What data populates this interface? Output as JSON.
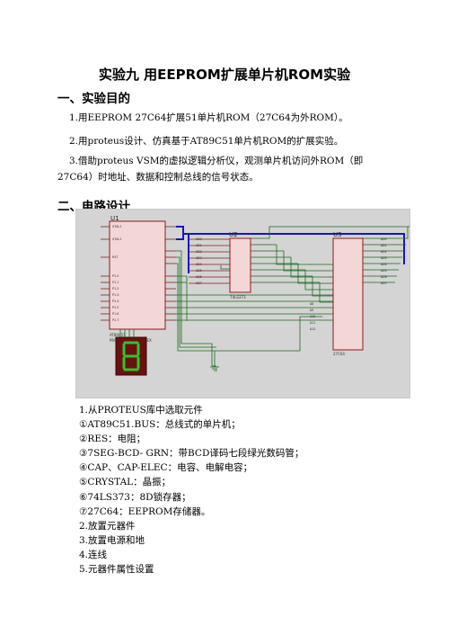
{
  "title": "实验九  用EEPROM扩展单片机ROM实验",
  "section1": {
    "heading": "一、实验目的",
    "items": [
      "1.用EEPROM 27C64扩展51单片机ROM（27C64为外ROM）。",
      "2.用proteus设计、仿真基于AT89C51单片机ROM的扩展实验。",
      "3.借助proteus VSM的虚拟逻辑分析仪，观测单片机访问外ROM（即27C64）时地址、数据和控制总线的信号状态。"
    ]
  },
  "section2": {
    "heading": "二、电路设计"
  },
  "circuit": {
    "u1_label": "U1",
    "u1_type": "AT89C51",
    "u1_program": "PROGRAM=P07RevHEX",
    "u2_label": "U2",
    "u2_type": "74LS373",
    "u3_label": "U3",
    "u3_type": "27C64",
    "u1_left_pins": [
      "XTAL1",
      "XTAL2",
      "RST",
      "P1.0",
      "P1.1",
      "P1.2",
      "P1.3",
      "P1.4",
      "P1.5",
      "P1.6",
      "P1.7"
    ],
    "u2_left_pins": [
      "AD0",
      "AD1",
      "AD2",
      "AD3",
      "AD4",
      "AD5",
      "AD6",
      "AD7"
    ],
    "u3_right_pins": [
      "AD0",
      "AD1",
      "AD2",
      "AD3",
      "AD4",
      "AD5",
      "AD6",
      "AD7"
    ],
    "u3_left_high": [
      "A8",
      "A9",
      "A10",
      "A11",
      "A12"
    ],
    "colors": {
      "chip_fill": "#f3d6d6",
      "chip_border": "#8b1a1a",
      "wire": "#1a6b1a",
      "bus": "#1414c8",
      "led": "#2cc62c"
    }
  },
  "steps": [
    "1.从PROTEUS库中选取元件",
    "①AT89C51.BUS：总线式的单片机；",
    "②RES：电阻；",
    "③7SEG-BCD- GRN：带BCD译码七段绿光数码管；",
    "④CAP、CAP-ELEC：电容、电解电容；",
    "⑤CRYSTAL：晶振；",
    "⑥74LS373：8D锁存器；",
    "⑦27C64：EEPROM存储器。",
    "2.放置元器件",
    "3.放置电源和地",
    "4.连线",
    "5.元器件属性设置"
  ]
}
